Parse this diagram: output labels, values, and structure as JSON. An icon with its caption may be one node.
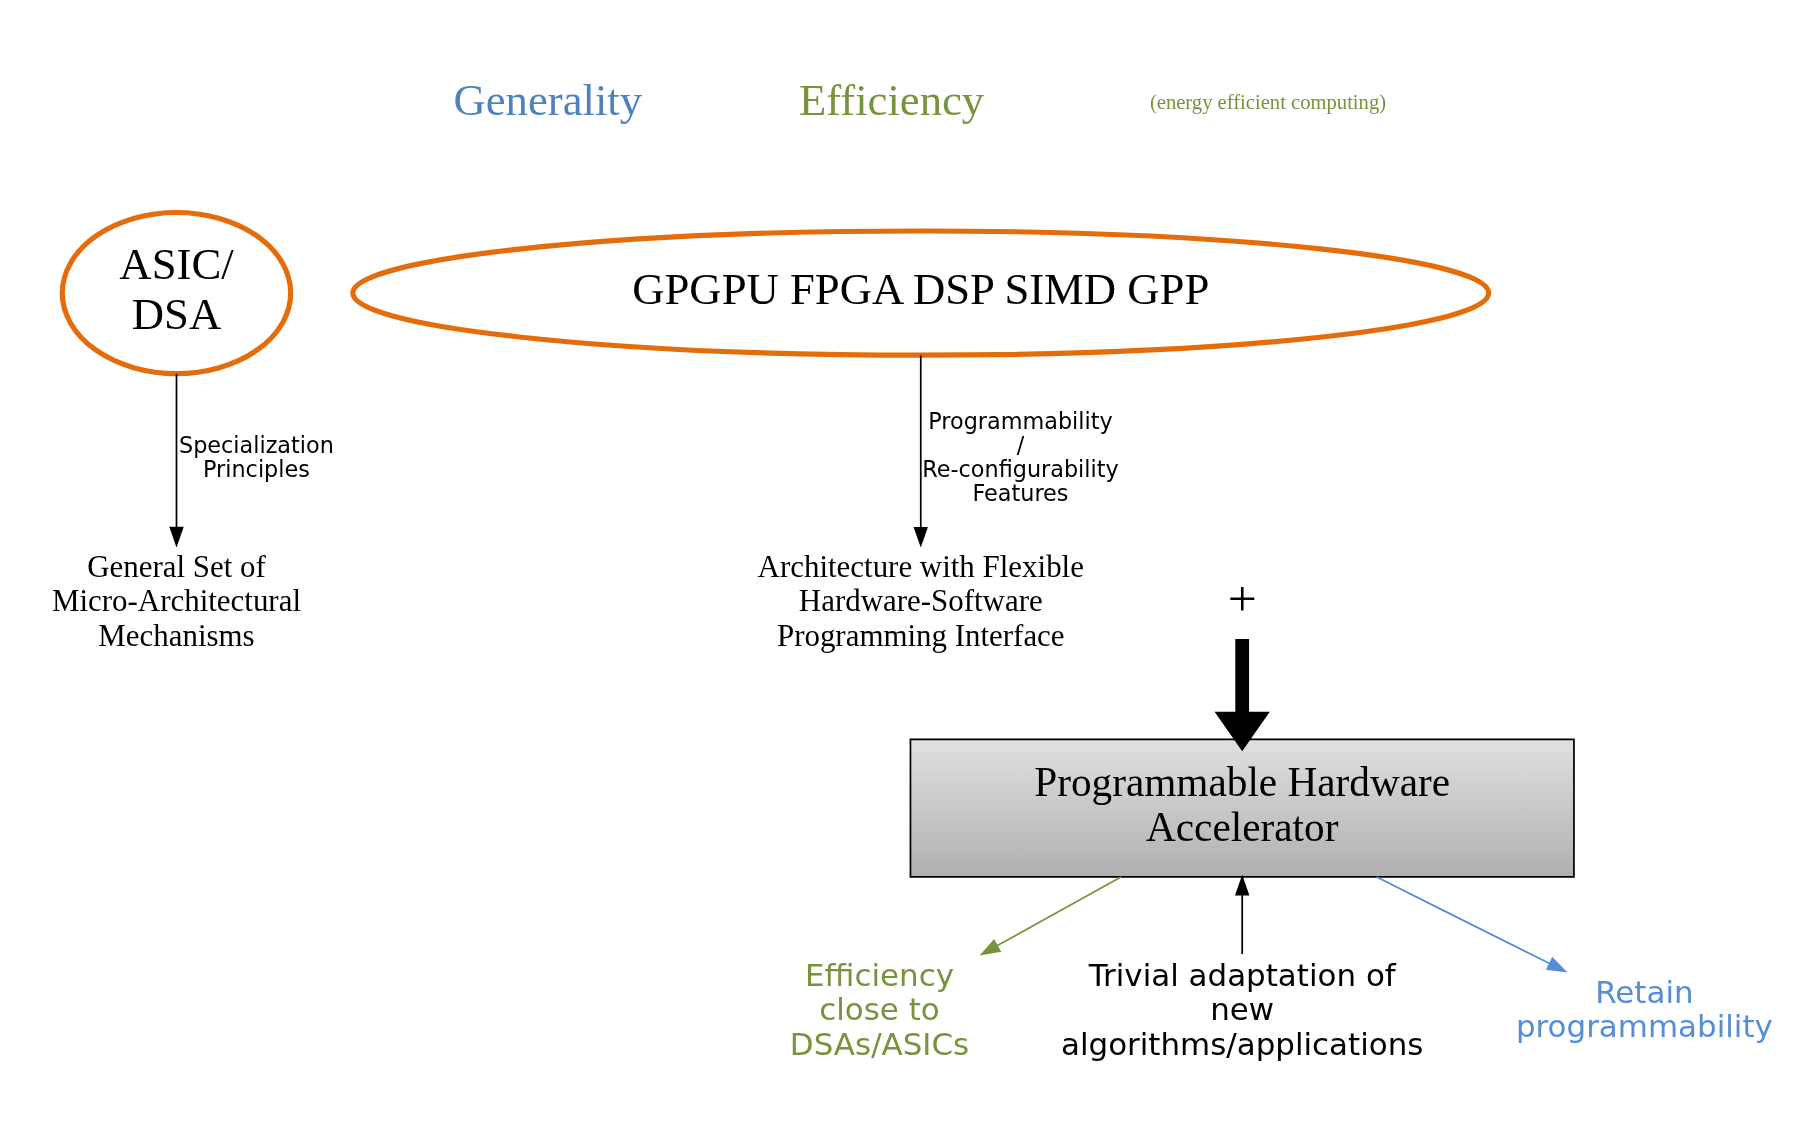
{
  "diagram": {
    "nodes": [
      {
        "text": [
          "ASIC/ DSA"
        ]
      },
      {
        "text": [
          "GPGPU FPGA DSP SIMD GPP"
        ]
      },
      {
        "text": [
          "General Set of Micro-Architectural Mechanisms"
        ]
      },
      {
        "text": [
          "+"
        ]
      },
      {
        "text": [
          "Architecture with Flexible Hardware-Software Programming Interface"
        ]
      },
      {
        "text": [
          "Programmable Hardware Accelerator"
        ]
      },
      {
        "text": [
          "Efficiency close to DSAs/ASICs"
        ]
      },
      {
        "text": [
          "Trivial adaptation of new algorithms/applications"
        ]
      },
      {
        "text": [
          "Retain programmability"
        ]
      }
    ],
    "edges": [
      {
        "from": 0,
        "to": 2,
        "arrow": "to",
        "label": "Specialization Principles"
      },
      {
        "from": 1,
        "to": 4,
        "arrow": "to",
        "label": "Programmability / Re-configurability Features"
      },
      {
        "from": 3,
        "to": 5,
        "arrow": "to",
        "style": "thick"
      },
      {
        "from": 5,
        "to": 6,
        "arrow": "to",
        "color": "#77933c"
      },
      {
        "from": 7,
        "to": 5,
        "arrow": "to"
      },
      {
        "from": 5,
        "to": 8,
        "arrow": "to",
        "color": "#558ed5"
      }
    ],
    "labels": [
      "Generality",
      "Efficiency",
      "(energy efficient computing)"
    ]
  }
}
